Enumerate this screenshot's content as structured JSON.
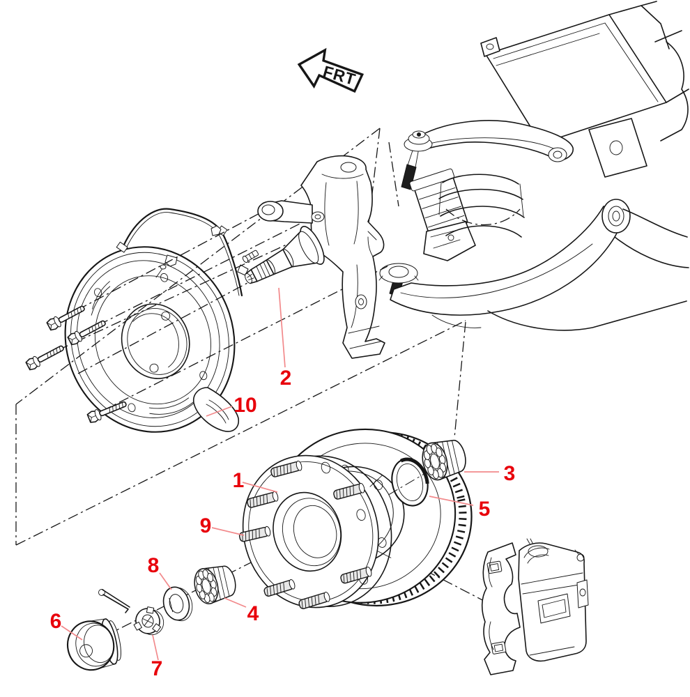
{
  "figure": {
    "type": "exploded-parts-diagram"
  },
  "colors": {
    "ink": "#161616",
    "callout": "#e8000b",
    "leader": "#f2898b",
    "background": "#ffffff"
  },
  "direction_arrow": {
    "label": "FRT"
  },
  "callouts": {
    "c1": {
      "text": "1",
      "part": "hub-and-rotor-assembly"
    },
    "c2": {
      "text": "2",
      "part": "steering-knuckle-and-spindle"
    },
    "c3": {
      "text": "3",
      "part": "outer-wheel-bearing"
    },
    "c4": {
      "text": "4",
      "part": "inner-wheel-bearing"
    },
    "c5": {
      "text": "5",
      "part": "hub-grease-seal"
    },
    "c6": {
      "text": "6",
      "part": "hub-dust-cap"
    },
    "c7": {
      "text": "7",
      "part": "spindle-nut-retainer"
    },
    "c8": {
      "text": "8",
      "part": "spindle-washer"
    },
    "c9": {
      "text": "9",
      "part": "wheel-stud"
    },
    "c10": {
      "text": "10",
      "part": "brake-splash-shield"
    }
  }
}
